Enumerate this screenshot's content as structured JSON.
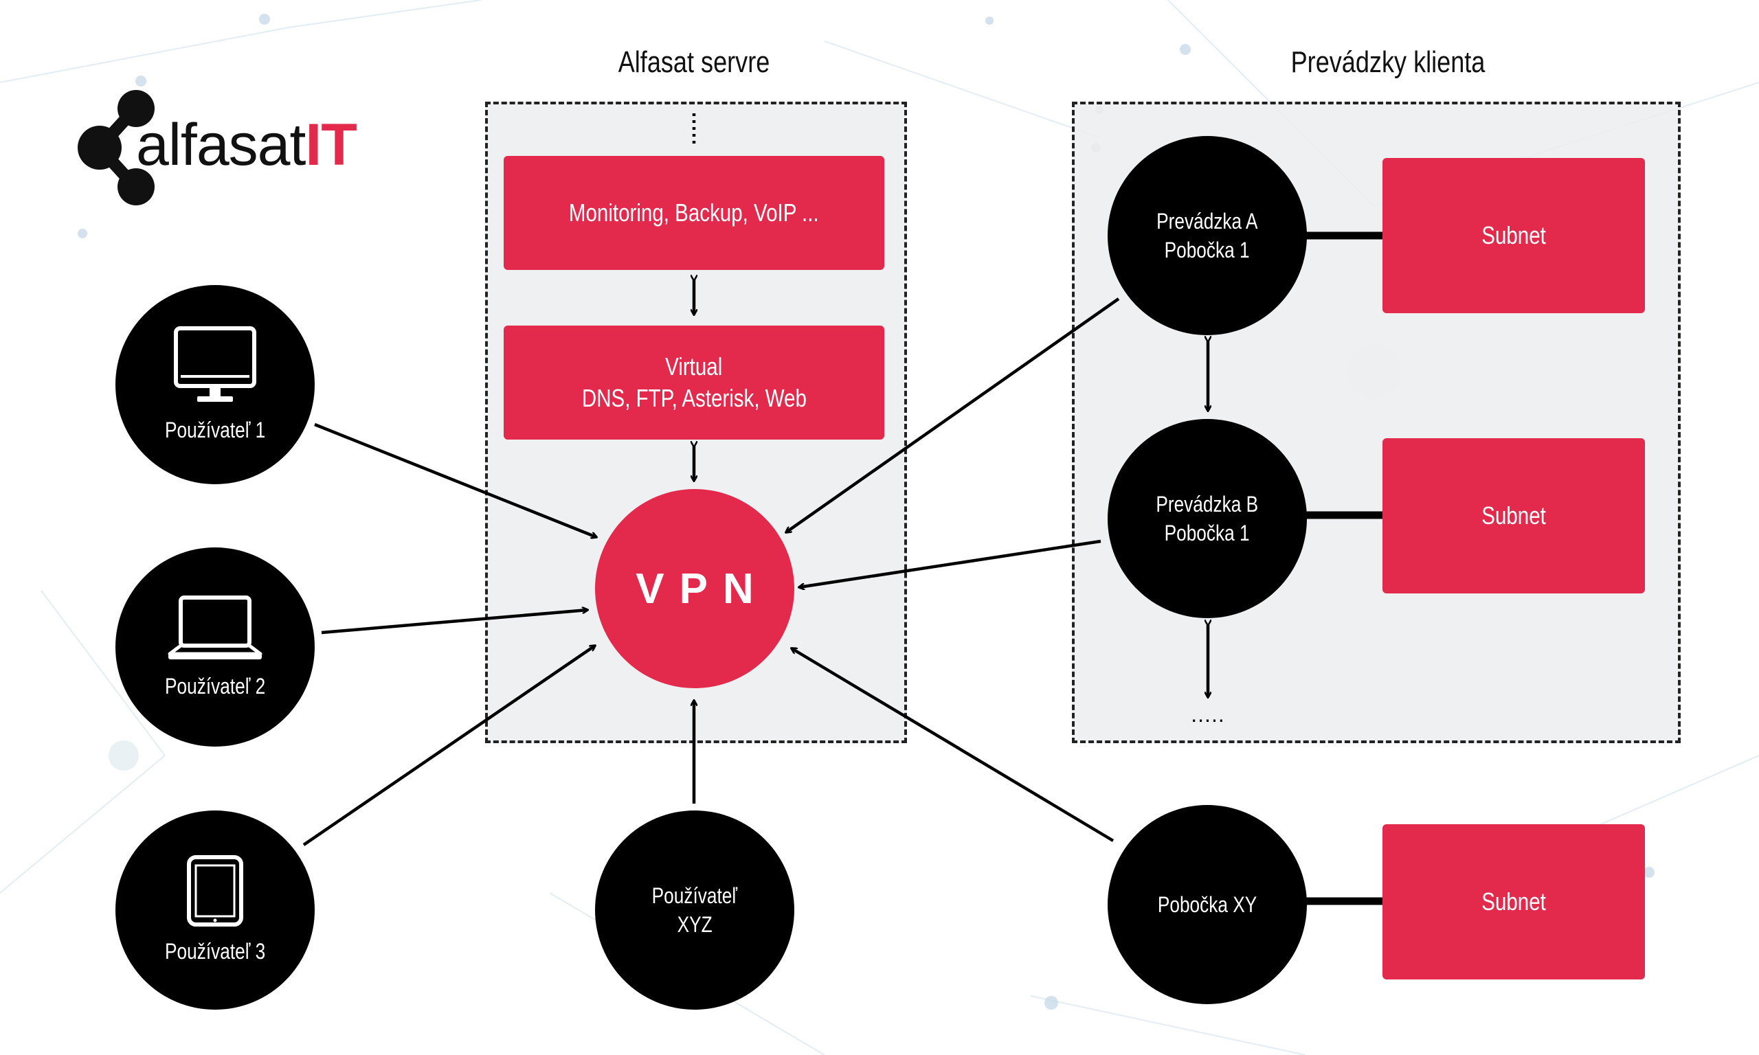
{
  "logo": {
    "text_main": "alfasat",
    "text_accent": "IT"
  },
  "panels": {
    "servers_title": "Alfasat servre",
    "clients_title": "Prevádzky klienta"
  },
  "server_boxes": {
    "monitoring": "Monitoring, Backup, VoIP ...",
    "virtual_line1": "Virtual",
    "virtual_line2": "DNS, FTP, Asterisk, Web"
  },
  "vpn": {
    "label": "VPN"
  },
  "users": {
    "user1": "Používateľ 1",
    "user2": "Používateľ 2",
    "user3": "Používateľ 3",
    "userxyz_line1": "Používateľ",
    "userxyz_line2": "XYZ"
  },
  "branches": {
    "a_line1": "Prevádzka A",
    "a_line2": "Pobočka 1",
    "b_line1": "Prevádzka B",
    "b_line2": "Pobočka 1",
    "xy": "Pobočka XY",
    "more": "....."
  },
  "subnets": {
    "s1": "Subnet",
    "s2": "Subnet",
    "s3": "Subnet"
  },
  "colors": {
    "accent": "#e32a4c",
    "node": "#000000",
    "panel": "#eceded"
  }
}
